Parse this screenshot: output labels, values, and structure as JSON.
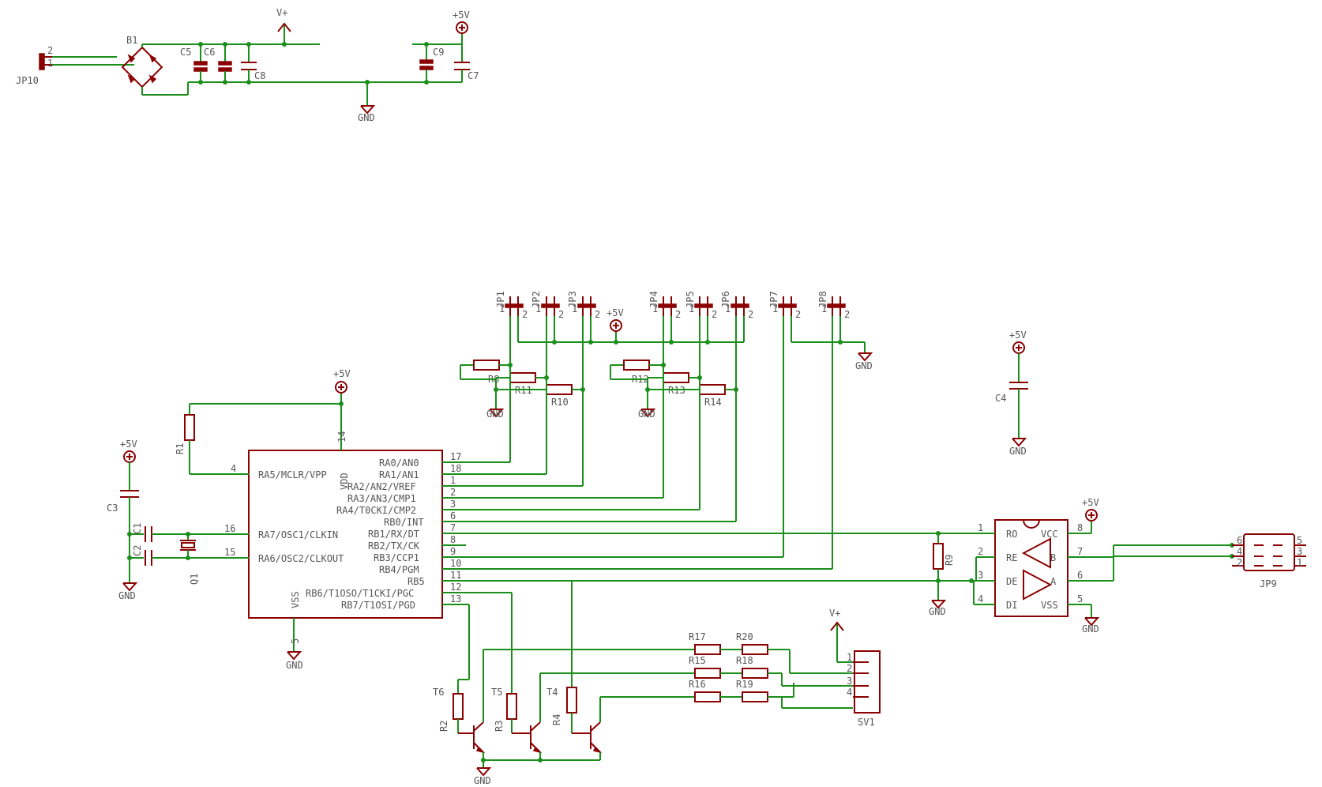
{
  "colors": {
    "wire": "#1a8f1a",
    "part": "#8b0000",
    "text": "#555555",
    "background": "#ffffff"
  },
  "labels": {
    "vplus": "V+",
    "p5v": "+5V",
    "gnd": "GND",
    "jp10": "JP10",
    "b1": "B1",
    "c5": "C5",
    "c6": "C6",
    "c8": "C8",
    "c9": "C9",
    "c7": "C7",
    "jp1": "JP1",
    "jp2": "JP2",
    "jp3": "JP3",
    "jp4": "JP4",
    "jp5": "JP5",
    "jp6": "JP6",
    "jp7": "JP7",
    "jp8": "JP8",
    "r1": "R1",
    "r2": "R2",
    "r3": "R3",
    "r4": "R4",
    "r8": "R8",
    "r9": "R9",
    "r10": "R10",
    "r11": "R11",
    "r12": "R12",
    "r13": "R13",
    "r14": "R14",
    "r15": "R15",
    "r16": "R16",
    "r17": "R17",
    "r18": "R18",
    "r19": "R19",
    "r20": "R20",
    "c1": "C1",
    "c2": "C2",
    "c3": "C3",
    "c4": "C4",
    "q1": "Q1",
    "t4": "T4",
    "t5": "T5",
    "t6": "T6",
    "sv1": "SV1",
    "jp9": "JP9"
  },
  "mcu": {
    "vdd": "VDD",
    "vss": "VSS",
    "pin_vdd": "14",
    "pin_vss": "5",
    "left_pins": [
      {
        "num": "4",
        "label": "RA5/MCLR/VPP"
      },
      {
        "num": "16",
        "label": "RA7/OSC1/CLKIN"
      },
      {
        "num": "15",
        "label": "RA6/OSC2/CLKOUT"
      }
    ],
    "right_pins": [
      {
        "num": "17",
        "label": "RA0/AN0"
      },
      {
        "num": "18",
        "label": "RA1/AN1"
      },
      {
        "num": "1",
        "label": "RA2/AN2/VREF"
      },
      {
        "num": "2",
        "label": "RA3/AN3/CMP1"
      },
      {
        "num": "3",
        "label": "RA4/T0CKI/CMP2"
      },
      {
        "num": "6",
        "label": "RB0/INT"
      },
      {
        "num": "7",
        "label": "RB1/RX/DT"
      },
      {
        "num": "8",
        "label": "RB2/TX/CK"
      },
      {
        "num": "9",
        "label": "RB3/CCP1"
      },
      {
        "num": "10",
        "label": "RB4/PGM"
      },
      {
        "num": "11",
        "label": "RB5"
      },
      {
        "num": "12",
        "label": "RB6/T1OSO/T1CKI/PGC"
      },
      {
        "num": "13",
        "label": "RB7/T1OSI/PGD"
      }
    ]
  },
  "rs485": {
    "left_pins": [
      {
        "num": "1",
        "label": "RO"
      },
      {
        "num": "2",
        "label": "RE"
      },
      {
        "num": "3",
        "label": "DE"
      },
      {
        "num": "4",
        "label": "DI"
      }
    ],
    "right_pins": [
      {
        "num": "8",
        "label": "VCC"
      },
      {
        "num": "7",
        "label": "B"
      },
      {
        "num": "6",
        "label": "A"
      },
      {
        "num": "5",
        "label": "VSS"
      }
    ]
  },
  "pin_numbers": {
    "one": "1",
    "two": "2",
    "three": "3",
    "four": "4",
    "five": "5",
    "six": "6"
  }
}
